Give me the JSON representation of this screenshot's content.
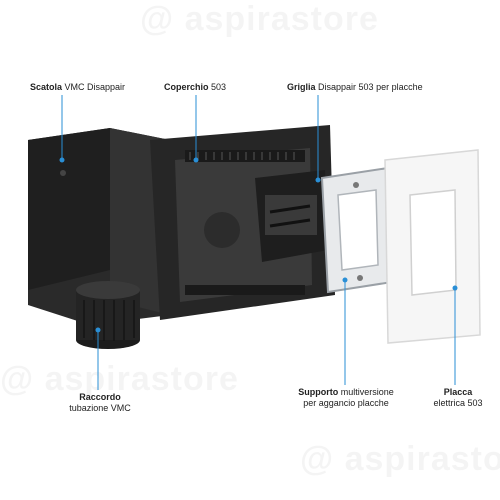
{
  "watermark": "@ aspirastore",
  "labels": {
    "scatola": {
      "title": "Scatola",
      "desc": "VMC Disappair"
    },
    "coperchio": {
      "title": "Coperchio",
      "desc": "503"
    },
    "griglia": {
      "title": "Griglia",
      "desc": "Disappair 503 per placche"
    },
    "raccordo": {
      "title": "Raccordo",
      "desc": "tubazione VMC"
    },
    "supporto": {
      "title": "Supporto",
      "desc": "multiversione",
      "desc2": "per aggancio placche"
    },
    "placca": {
      "title": "Placca",
      "desc": "elettrica 503"
    }
  },
  "colors": {
    "accent": "#2a8fd6",
    "box": "#2b2b2b",
    "plate": "#f4f4f4"
  }
}
